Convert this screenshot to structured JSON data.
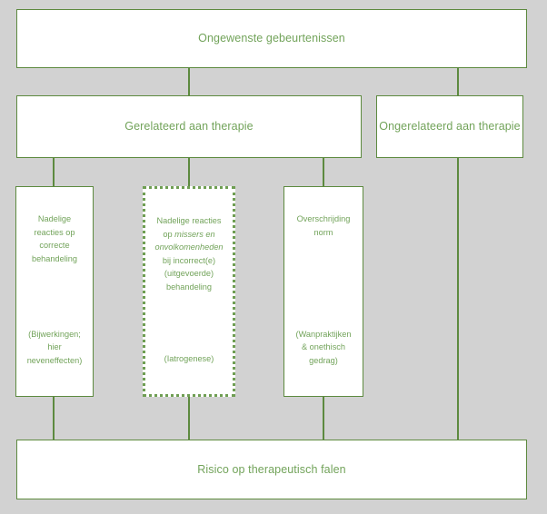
{
  "diagram": {
    "title_concept": "Ongewenste gebeurtenissen",
    "palette": {
      "background": "#d2d2d2",
      "box_fill": "#ffffff",
      "border_green": "#5d8a3f",
      "text_green": "#72a35a",
      "dotted_green": "#6f9e53"
    },
    "nodes": {
      "top": {
        "label": "Ongewenste gebeurtenissen",
        "border_style": "solid"
      },
      "related": {
        "label": "Gerelateerd aan therapie",
        "border_style": "solid"
      },
      "unrelated": {
        "label": "Ongerelateerd aan therapie",
        "border_style": "solid"
      },
      "leaf_correct": {
        "head": "Nadelige\nreacties op\ncorrecte\nbehandeling",
        "paren": "(Bijwerkingen;\nhier\nneveneffecten)",
        "border_style": "solid"
      },
      "leaf_incorrect": {
        "head_part1": "Nadelige reacties\nop ",
        "head_italic": "missers en\nonvolkomenheden",
        "head_part2": "\nbij incorrect(e)\n(uitgevoerde)\nbehandeling",
        "paren": "(Iatrogenese)",
        "border_style": "dotted"
      },
      "leaf_norm": {
        "head": "Overschrijding\nnorm",
        "paren": "(Wanpraktijken\n& onethisch\ngedrag)",
        "border_style": "solid"
      },
      "bottom": {
        "label": "Risico op therapeutisch falen",
        "border_style": "solid"
      }
    }
  }
}
